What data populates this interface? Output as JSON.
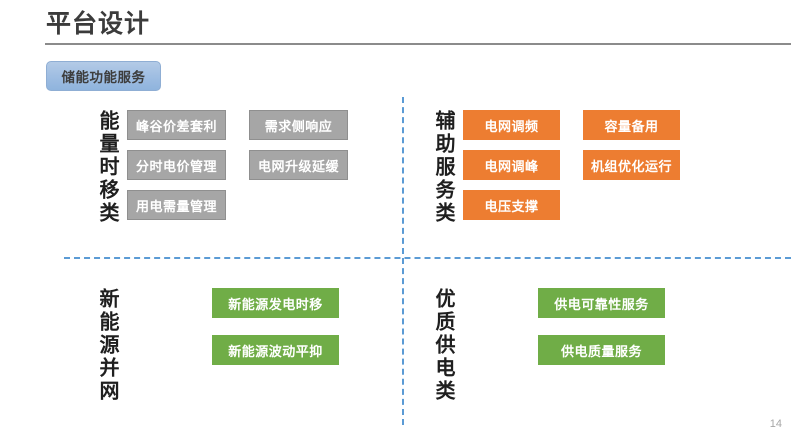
{
  "slide": {
    "title": "平台设计",
    "page_number": "14",
    "badge": "储能功能服务",
    "accent_blue": "#5b9bd5",
    "badge_blue": "#9ebde2",
    "gray": "#a6a6a6",
    "orange": "#ed7d31",
    "green": "#70ad47"
  },
  "quadrants": [
    {
      "id": "energy-time-shift",
      "label": "能量时移类",
      "color": "#a6a6a6",
      "items": [
        "峰谷价差套利",
        "分时电价管理",
        "用电需量管理",
        "需求侧响应",
        "电网升级延缓"
      ]
    },
    {
      "id": "ancillary-service",
      "label": "辅助服务类",
      "color": "#ed7d31",
      "items": [
        "电网调频",
        "电网调峰",
        "电压支撑",
        "容量备用",
        "机组优化运行"
      ]
    },
    {
      "id": "renewable-grid-connection",
      "label": "新能源并网",
      "color": "#70ad47",
      "items": [
        "新能源发电时移",
        "新能源波动平抑"
      ]
    },
    {
      "id": "power-quality",
      "label": "优质供电类",
      "color": "#70ad47",
      "items": [
        "供电可靠性服务",
        "供电质量服务"
      ]
    }
  ]
}
